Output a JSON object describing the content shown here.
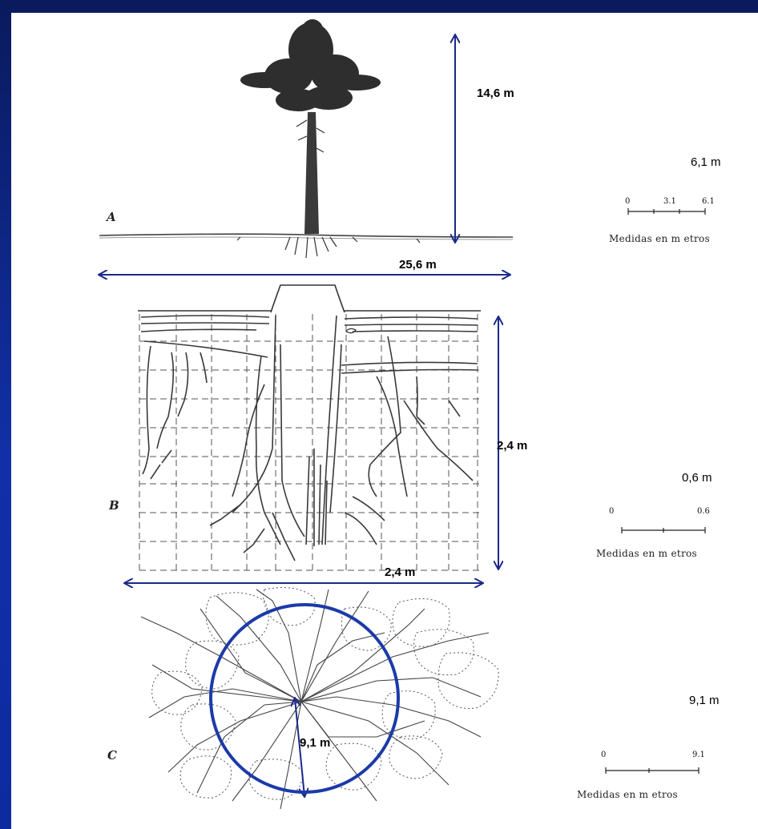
{
  "labels": {
    "panel_a": "A",
    "panel_b": "B",
    "panel_c": "C",
    "tree_height": "14,6 m",
    "root_spread": "25,6 m",
    "root_depth": "2,4 m",
    "grid_width": "2,4 m",
    "root_radius": "9,1 m"
  },
  "scales": [
    {
      "value": "6,1 m",
      "ticks": [
        "0",
        "3.1",
        "6.1"
      ],
      "caption": "Medidas en m etros"
    },
    {
      "value": "0,6 m",
      "ticks": [
        "0",
        "0.6"
      ],
      "caption": "Medidas en m etros"
    },
    {
      "value": "9,1 m",
      "ticks": [
        "0",
        "9.1"
      ],
      "caption": "Medidas en m etros"
    }
  ],
  "colors": {
    "arrow": "#1a2a8a",
    "circle": "#1c3aa8",
    "ink": "#333333",
    "frame": "#0d2aa0"
  }
}
